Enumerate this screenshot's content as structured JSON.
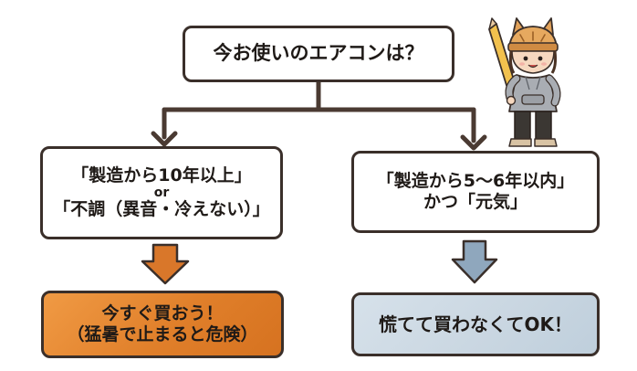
{
  "question": "今お使いのエアコンは？",
  "left_condition": {
    "line1": "「製造から10年以上」",
    "connector": "or",
    "line2": "「不調（異音・冷えない）」"
  },
  "right_condition": {
    "line1": "「製造から5〜6年以内」",
    "line2": "かつ「元気」"
  },
  "left_result": {
    "line1": "今すぐ買おう！",
    "line2": "（猛暑で止まると危険）"
  },
  "right_result": {
    "line1": "慌てて買わなくてOK！"
  },
  "colors": {
    "outline": "#3a2f2a",
    "left_arrow": "#d9772a",
    "right_arrow": "#8fa7bd",
    "left_result_fill": "#e58a30",
    "right_result_fill": "#c9d6e1"
  },
  "illustration": "cat-ear-beanie-character-holding-pencil"
}
